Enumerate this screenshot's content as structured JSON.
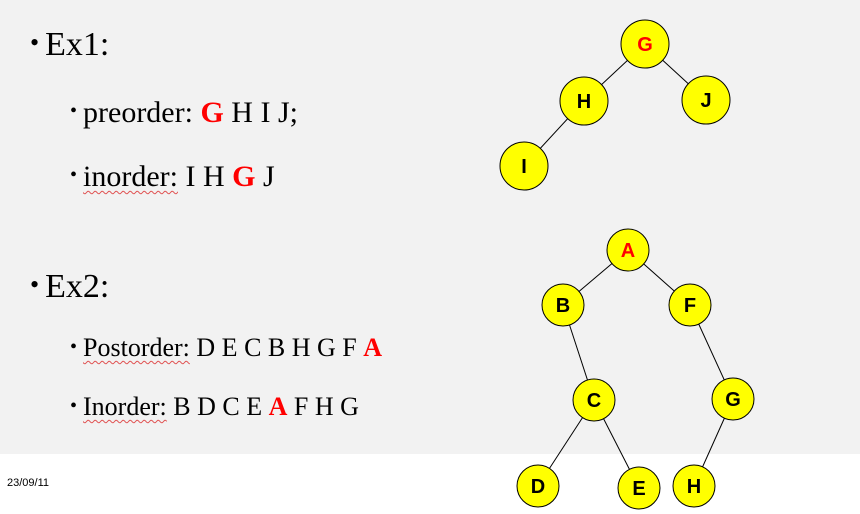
{
  "colors": {
    "highlight": "#ff0000",
    "node_fill": "#ffff00",
    "node_stroke": "#000000",
    "edge": "#000000"
  },
  "ex1": {
    "title": "Ex1:",
    "preorder": {
      "label": "preorder:",
      "highlight": "G",
      "rest": "H I J;"
    },
    "inorder": {
      "label": "inorder:",
      "before": "I H",
      "highlight": "G",
      "after": "J"
    },
    "tree": {
      "nodes": [
        {
          "id": "G",
          "label": "G",
          "highlight": true
        },
        {
          "id": "H",
          "label": "H",
          "highlight": false
        },
        {
          "id": "J",
          "label": "J",
          "highlight": false
        },
        {
          "id": "I",
          "label": "I",
          "highlight": false
        }
      ],
      "edges": [
        [
          "G",
          "H"
        ],
        [
          "G",
          "J"
        ],
        [
          "H",
          "I"
        ]
      ]
    }
  },
  "ex2": {
    "title": "Ex2:",
    "postorder": {
      "label": "Postorder:",
      "before": "D E C B H G F",
      "highlight": "A"
    },
    "inorder": {
      "label": "Inorder:",
      "before": "B D C E",
      "highlight": "A",
      "after": "F H G"
    },
    "tree": {
      "nodes": [
        {
          "id": "A",
          "label": "A",
          "highlight": true
        },
        {
          "id": "B",
          "label": "B",
          "highlight": false
        },
        {
          "id": "F",
          "label": "F",
          "highlight": false
        },
        {
          "id": "C",
          "label": "C",
          "highlight": false
        },
        {
          "id": "G2",
          "label": "G",
          "highlight": false
        },
        {
          "id": "D",
          "label": "D",
          "highlight": false
        },
        {
          "id": "E",
          "label": "E",
          "highlight": false
        },
        {
          "id": "H2",
          "label": "H",
          "highlight": false
        }
      ],
      "edges": [
        [
          "A",
          "B"
        ],
        [
          "A",
          "F"
        ],
        [
          "B",
          "C"
        ],
        [
          "C",
          "D"
        ],
        [
          "C",
          "E"
        ],
        [
          "F",
          "G2"
        ],
        [
          "G2",
          "H2"
        ]
      ]
    }
  },
  "footer": {
    "date": "23/09/11"
  }
}
